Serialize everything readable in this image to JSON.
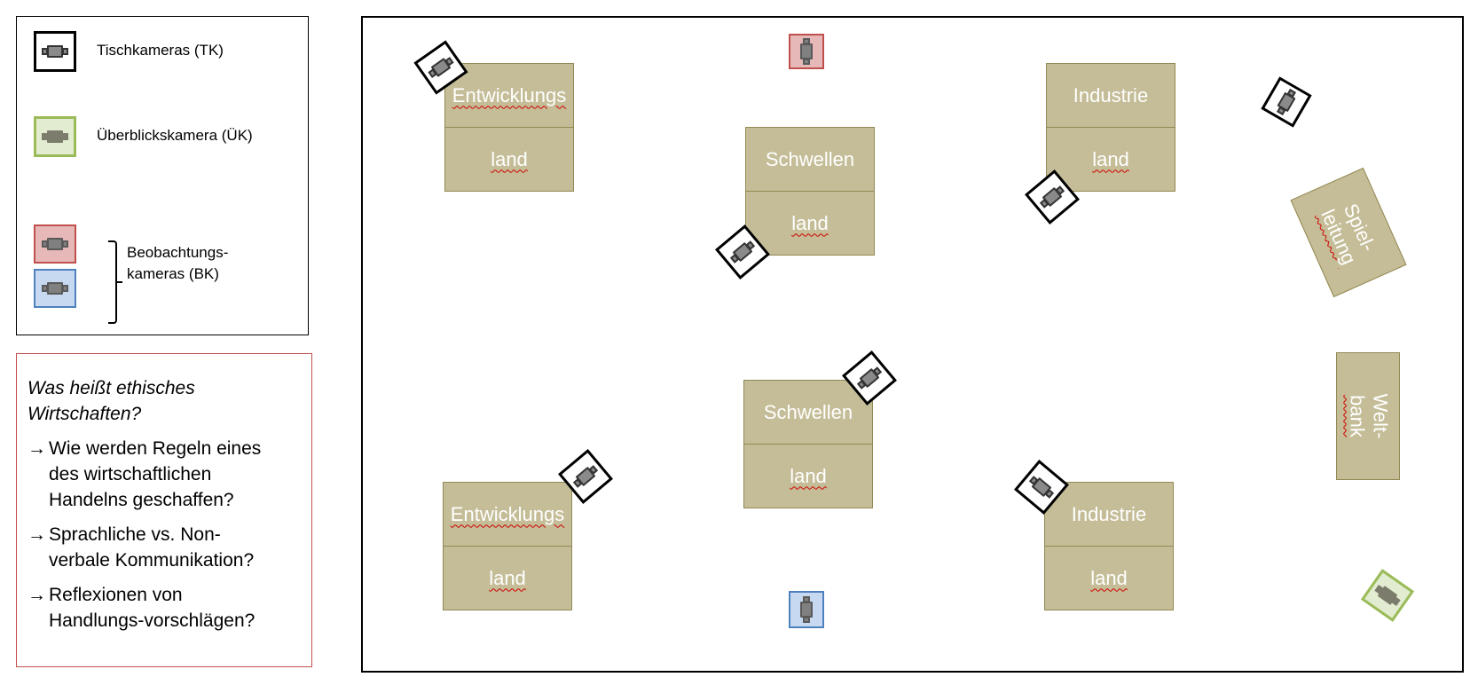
{
  "legend": {
    "items": [
      {
        "icon": "table-camera-icon",
        "label": "Tischkameras (TK)"
      },
      {
        "icon": "overview-camera-icon",
        "label": "Überblickskamera (ÜK)"
      },
      {
        "icon": "observation-camera-icon",
        "label": "Beobachtungs-\nkameras (BK)"
      }
    ],
    "bk_label_line1": "Beobachtungs-",
    "bk_label_line2": "kameras (BK)"
  },
  "questions": {
    "title_line1": "Was heißt ethisches",
    "title_line2": "Wirtschaften?",
    "arrow": "→",
    "items": [
      {
        "line1": "Wie werden Regeln eines",
        "line2": "des wirtschaftlichen",
        "line3": "Handelns geschaffen?"
      },
      {
        "line1": "Sprachliche vs. Non-",
        "line2": "verbale Kommunikation?"
      },
      {
        "line1": "Reflexionen von",
        "line2": "Handlungs-vorschlägen?"
      }
    ]
  },
  "room": {
    "tables": [
      {
        "top": "Entwicklungs",
        "bottom": "land"
      },
      {
        "top": "Schwellen",
        "bottom": "land"
      },
      {
        "top": "Industrie",
        "bottom": "land"
      },
      {
        "top": "Schwellen",
        "bottom": "land"
      },
      {
        "top": "Entwicklungs",
        "bottom": "land"
      },
      {
        "top": "Industrie",
        "bottom": "land"
      }
    ],
    "spielleitung": {
      "line1": "Spiel-",
      "line2": "leitung"
    },
    "weltbank": {
      "line1": "Welt-",
      "line2": "bank"
    }
  },
  "colors": {
    "table_fill": "#c4bd97",
    "table_border": "#938953",
    "tk_border": "#000000",
    "uek_border": "#9bbb59",
    "bk_red": "#c0504d",
    "bk_blue": "#4f81bd",
    "question_border": "#c0504d"
  }
}
